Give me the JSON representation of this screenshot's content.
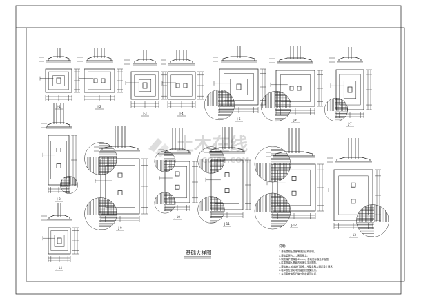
{
  "drawing": {
    "title": "基础大样图",
    "watermark": {
      "text": "土木在线",
      "url": "COI88.COM"
    },
    "notes_heading": "说明:",
    "notes": [
      "1.基础混凝土强度等级见结构说明。",
      "2.基础垫层为C15素混凝土。",
      "3.钢筋保护层厚度40mm，基础底标高见平面图。",
      "4.柱插筋锚入基础内长度见平法图集。",
      "5.基础施工前应进行验槽，地基承载力满足设计要求。",
      "6.柱纵筋在基础中的锚固按图集执行。",
      "7.未尽事宜按现行施工验收规范执行。"
    ]
  },
  "details": [
    {
      "id": "J-1",
      "label": "J-1",
      "pedestals": 1,
      "hatch": "none"
    },
    {
      "id": "J-2",
      "label": "J-2",
      "pedestals": 2,
      "hatch": "none"
    },
    {
      "id": "J-3",
      "label": "J-3",
      "pedestals": 1,
      "hatch": "none"
    },
    {
      "id": "J-4",
      "label": "J-4",
      "pedestals": 2,
      "hatch": "none"
    },
    {
      "id": "J-5",
      "label": "J-5",
      "pedestals": 1,
      "hatch": "bl"
    },
    {
      "id": "J-6",
      "label": "J-6",
      "pedestals": 2,
      "hatch": "bl"
    },
    {
      "id": "J-7",
      "label": "J-7",
      "pedestals": 1,
      "hatch": "bl"
    },
    {
      "id": "J-8",
      "label": "J-8",
      "pedestals": 2,
      "hatch": "br"
    },
    {
      "id": "J-9",
      "label": "J-9",
      "pedestals": 2,
      "hatch": "tl-bl"
    },
    {
      "id": "J-10",
      "label": "J-10",
      "pedestals": 2,
      "hatch": "tl-bl"
    },
    {
      "id": "J-11",
      "label": "J-11",
      "pedestals": 2,
      "hatch": "tl-bl"
    },
    {
      "id": "J-12",
      "label": "J-12",
      "pedestals": 2,
      "hatch": "tl-bl"
    },
    {
      "id": "J-13",
      "label": "J-13",
      "pedestals": 2,
      "hatch": "br"
    },
    {
      "id": "J-14",
      "label": "J-14",
      "pedestals": 1,
      "hatch": "none"
    }
  ]
}
